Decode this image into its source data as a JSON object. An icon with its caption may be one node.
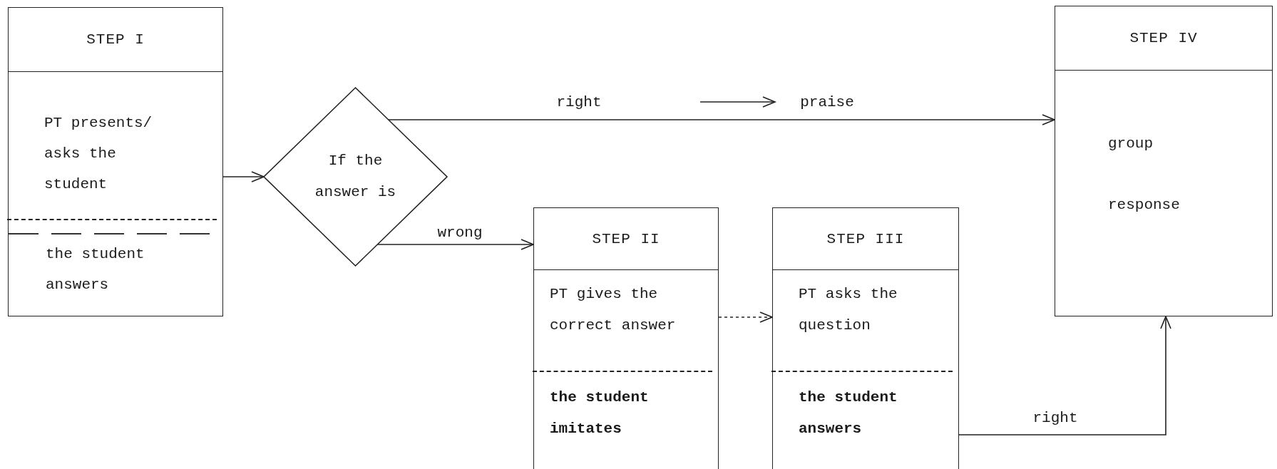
{
  "diagram": {
    "nodes": [
      {
        "text": [
          "STEP I",
          "PT presents/ asks the student",
          "the student answers"
        ]
      },
      {
        "text": [
          "If the answer is"
        ]
      },
      {
        "text": [
          "STEP II",
          "PT gives the correct answer",
          "the student imitates"
        ]
      },
      {
        "text": [
          "STEP III",
          "PT asks the question",
          "the student answers"
        ]
      },
      {
        "text": [
          "STEP IV",
          "group response"
        ]
      }
    ],
    "edges": [
      {
        "from": 0,
        "to": 1,
        "arrow": "to"
      },
      {
        "from": 1,
        "to": 4,
        "arrow": "to",
        "label": "right"
      },
      {
        "from": 1,
        "to": 2,
        "arrow": "to",
        "label": "wrong"
      },
      {
        "from": 2,
        "to": 3,
        "arrow": "to",
        "style": "dashed"
      },
      {
        "from": 3,
        "to": 4,
        "arrow": "to",
        "label": "right"
      }
    ],
    "labels": [
      "praise"
    ]
  }
}
